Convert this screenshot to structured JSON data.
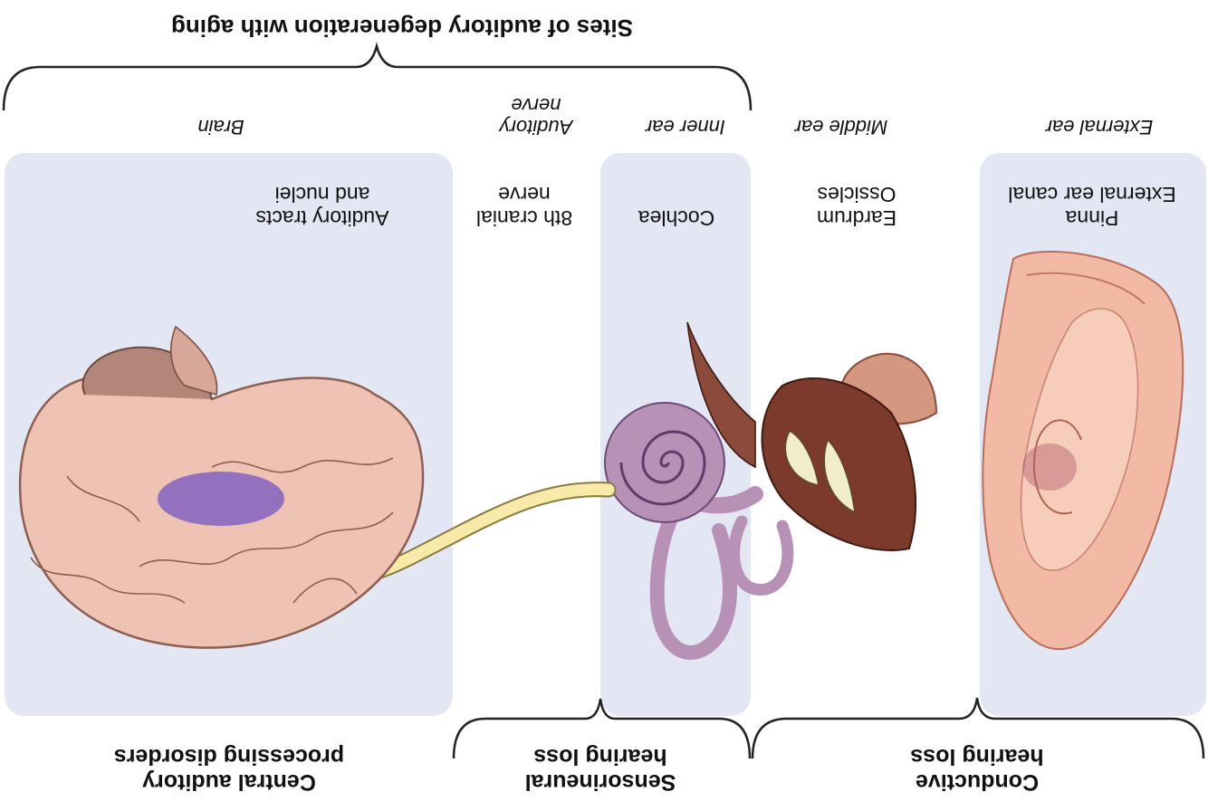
{
  "title": "Sites of auditory degeneration with aging",
  "regions": {
    "external_ear": "External ear",
    "middle_ear": "Middle ear",
    "inner_ear": "Inner ear",
    "auditory_nerve": "Auditory nerve",
    "brain": "Brain"
  },
  "parts": {
    "external": [
      "Pinna",
      "External ear canal"
    ],
    "middle": [
      "Eardrum",
      "Ossicles"
    ],
    "inner": [
      "Cochlea"
    ],
    "nerve": [
      "8th cranial",
      "nerve"
    ],
    "brain": [
      "Auditory tracts",
      "and nuclei"
    ]
  },
  "losses": {
    "conductive": [
      "Conductive",
      "hearing loss"
    ],
    "sensorineural": [
      "Sensorineural",
      "hearing loss"
    ],
    "central": [
      "Central auditory",
      "processing disorders"
    ]
  },
  "colors": {
    "panel": "#e3e6f3",
    "brain": "#eec3b4",
    "brain_folds": "#8d5e52",
    "highlight": "#7a5ac0",
    "ear": "#f2b9a4",
    "cochlea": "#b891b6",
    "nerve": "#f8eaa8",
    "bone": "#6e2f22"
  }
}
